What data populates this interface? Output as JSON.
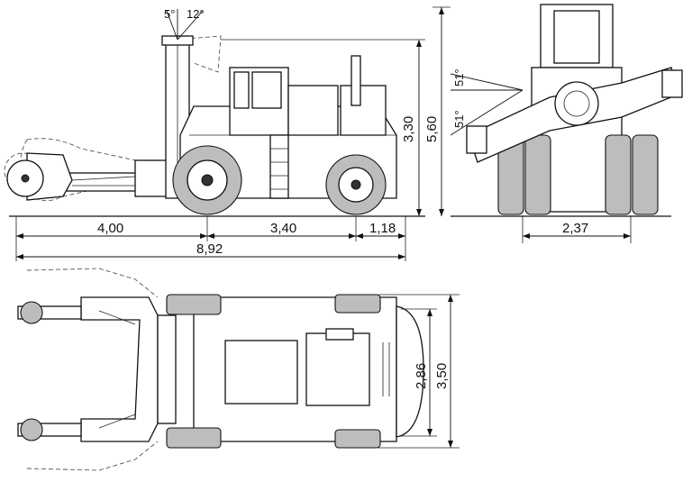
{
  "drawing": {
    "dimensions": {
      "rear_overhang": "4,00",
      "wheelbase": "3,40",
      "front_overhang": "1,18",
      "overall_length": "8,92",
      "cab_height": "3,30",
      "max_height": "5,60",
      "track_width": "2,37",
      "inner_width": "2,86",
      "overall_width": "3,50",
      "tilt_forward": "5",
      "tilt_back": "12",
      "rotation_up": "51",
      "rotation_down": "51"
    },
    "degree_mark": "°"
  }
}
